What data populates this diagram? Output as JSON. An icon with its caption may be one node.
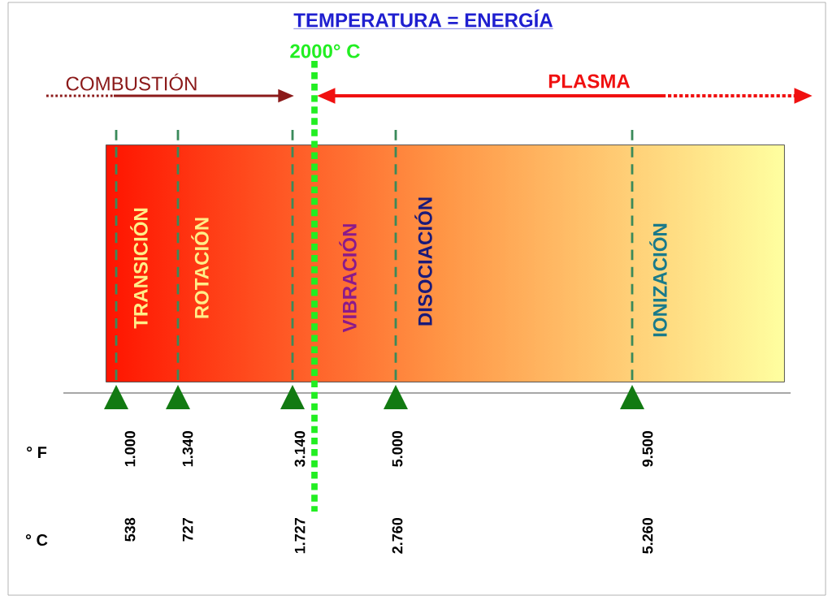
{
  "diagram": {
    "title": "TEMPERATURA = ENERGÍA",
    "nodes": [
      {
        "text": [
          "TRANSICIÓN",
          "ROTACIÓN",
          "VIBRACIÓN",
          "DISOCIACIÓN",
          "IONIZACIÓN"
        ]
      }
    ],
    "edges": [],
    "labels": [
      "2000° C",
      "COMBUSTIÓN",
      "PLASMA",
      "° F",
      "1.000",
      "1.340",
      "3.140",
      "5.000",
      "9.500",
      "° C",
      "538",
      "727",
      "1.727",
      "2.760",
      "5.260"
    ]
  }
}
